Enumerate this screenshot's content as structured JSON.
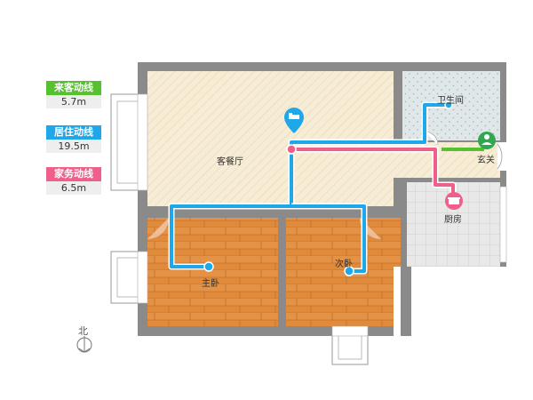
{
  "legend": {
    "guest": {
      "label": "来客动线",
      "value": "5.7m",
      "color": "#56c12f"
    },
    "living": {
      "label": "居住动线",
      "value": "19.5m",
      "color": "#1ea7e9"
    },
    "housework": {
      "label": "家务动线",
      "value": "6.5m",
      "color": "#ef5f8a"
    }
  },
  "rooms": {
    "living_dining": "客餐厅",
    "bathroom": "卫生间",
    "entrance": "玄关",
    "kitchen": "厨房",
    "master_bedroom": "主卧",
    "second_bedroom": "次卧"
  },
  "compass": {
    "label": "北"
  },
  "icons": {
    "bed": "bed-icon",
    "entrance": "person-icon",
    "kitchen": "pot-icon"
  }
}
